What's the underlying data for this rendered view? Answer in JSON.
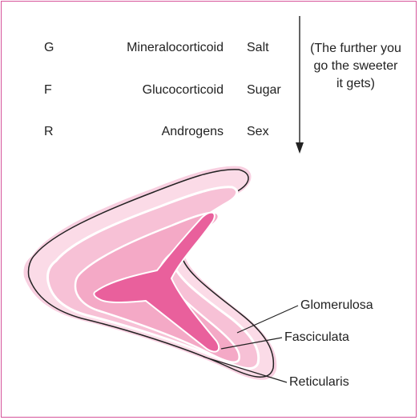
{
  "zones": [
    {
      "letter": "G",
      "hormone": "Mineralocorticoid",
      "mnemonic": "Salt"
    },
    {
      "letter": "F",
      "hormone": "Glucocorticoid",
      "mnemonic": "Sugar"
    },
    {
      "letter": "R",
      "hormone": "Androgens",
      "mnemonic": "Sex"
    }
  ],
  "note": "(The further you go the sweeter it gets)",
  "labels": {
    "glomerulosa": "Glomerulosa",
    "fasciculata": "Fasciculata",
    "reticularis": "Reticularis"
  },
  "colors": {
    "frame": "#d6549a",
    "capsule": "#f6c9dc",
    "cortex_light": "#fbdbe7",
    "cortex_mid": "#f4b1cb",
    "medulla": "#e9609c"
  }
}
